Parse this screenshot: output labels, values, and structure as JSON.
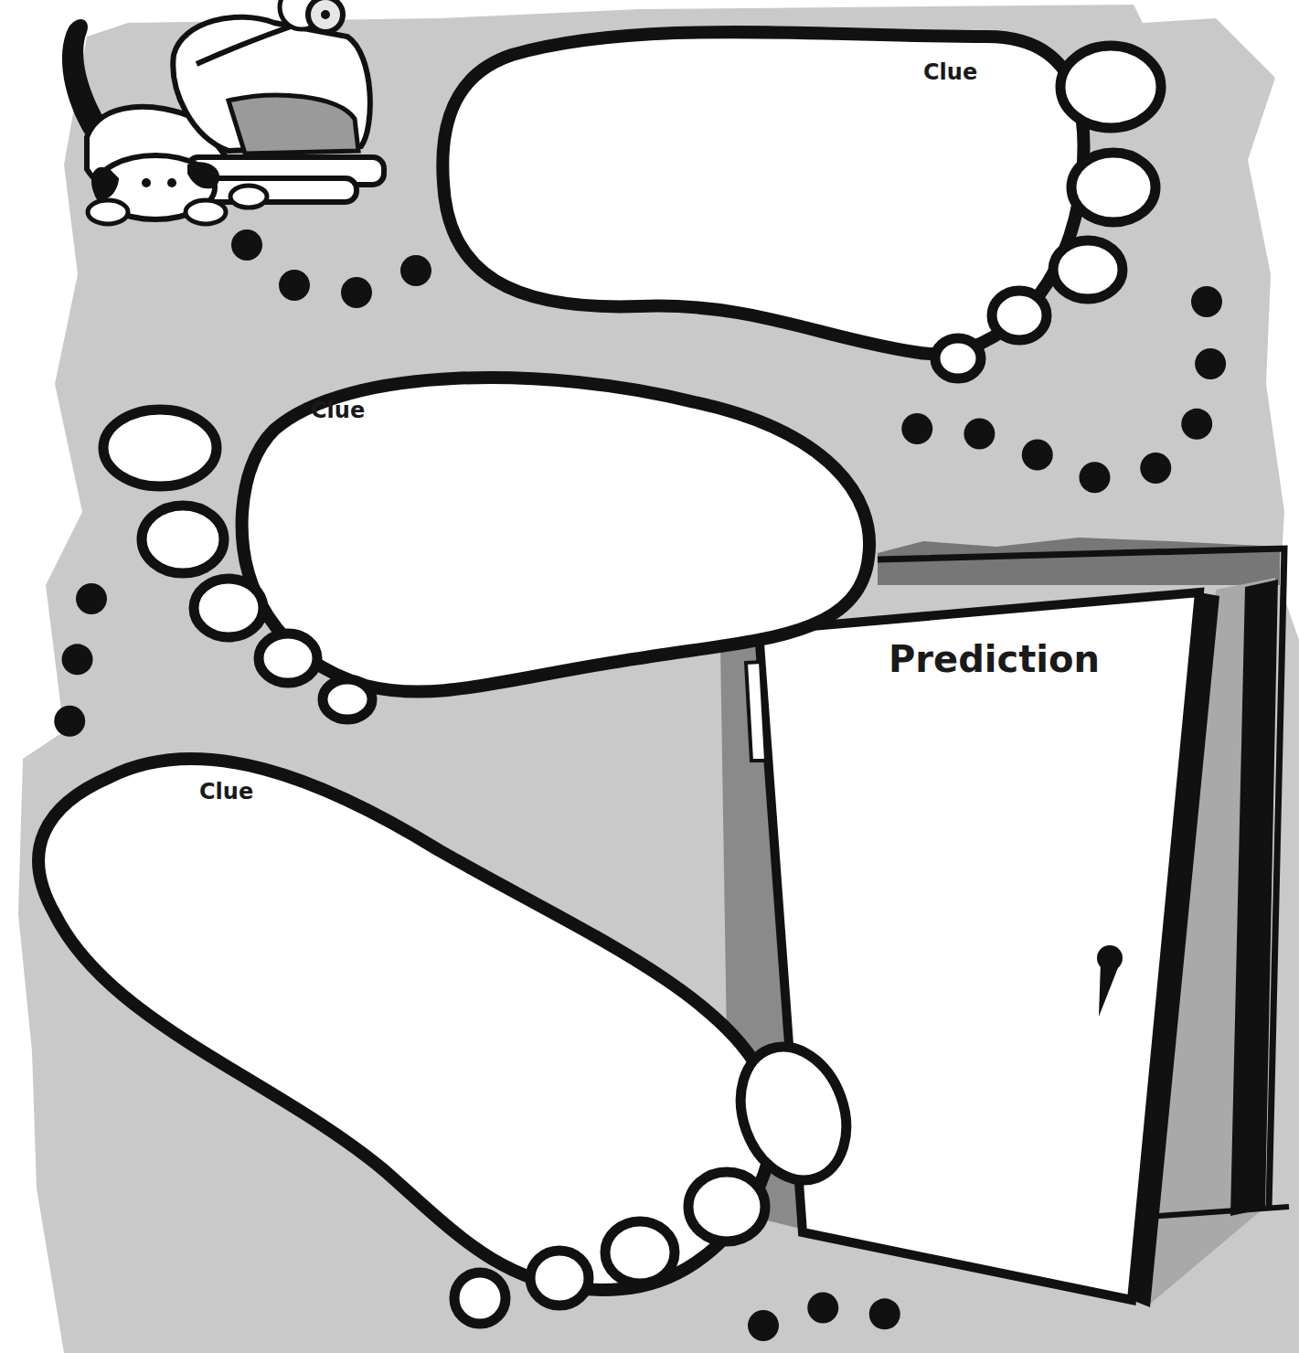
{
  "diagram": {
    "nodes": [
      {
        "text": [
          "Clue"
        ]
      },
      {
        "text": [
          "Clue"
        ]
      },
      {
        "text": [
          "Clue"
        ]
      },
      {
        "text": [
          "Prediction"
        ]
      }
    ],
    "edges": [
      {
        "from": 0,
        "to": 1,
        "arrow": "none"
      },
      {
        "from": 1,
        "to": 2,
        "arrow": "none"
      },
      {
        "from": 2,
        "to": 3,
        "arrow": "none"
      }
    ]
  }
}
